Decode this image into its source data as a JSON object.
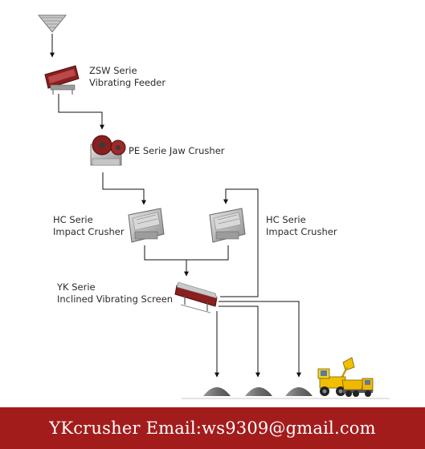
{
  "labels": {
    "feeder": [
      "ZSW Serie",
      "Vibrating Feeder"
    ],
    "jaw": [
      "PE Serie Jaw Crusher"
    ],
    "impact_left": [
      "HC Serie",
      "Impact Crusher"
    ],
    "impact_right": [
      "HC Serie",
      "Impact Crusher"
    ],
    "screen": [
      "YK Serie",
      "Inclined Vibrating Screen"
    ]
  },
  "footer_text": "YKcrusher Email:ws9309@gmail.com",
  "colors": {
    "footer": "#a31c1c",
    "machine_red": "#8b1e1e",
    "machine_grey": "#b8b8b8",
    "truck_yellow": "#f0c000"
  },
  "icons": [
    "hopper-icon",
    "vibrating-feeder-icon",
    "jaw-crusher-icon",
    "impact-crusher-icon",
    "vibrating-screen-icon",
    "stockpile-icon",
    "loader-icon",
    "dump-truck-icon"
  ]
}
